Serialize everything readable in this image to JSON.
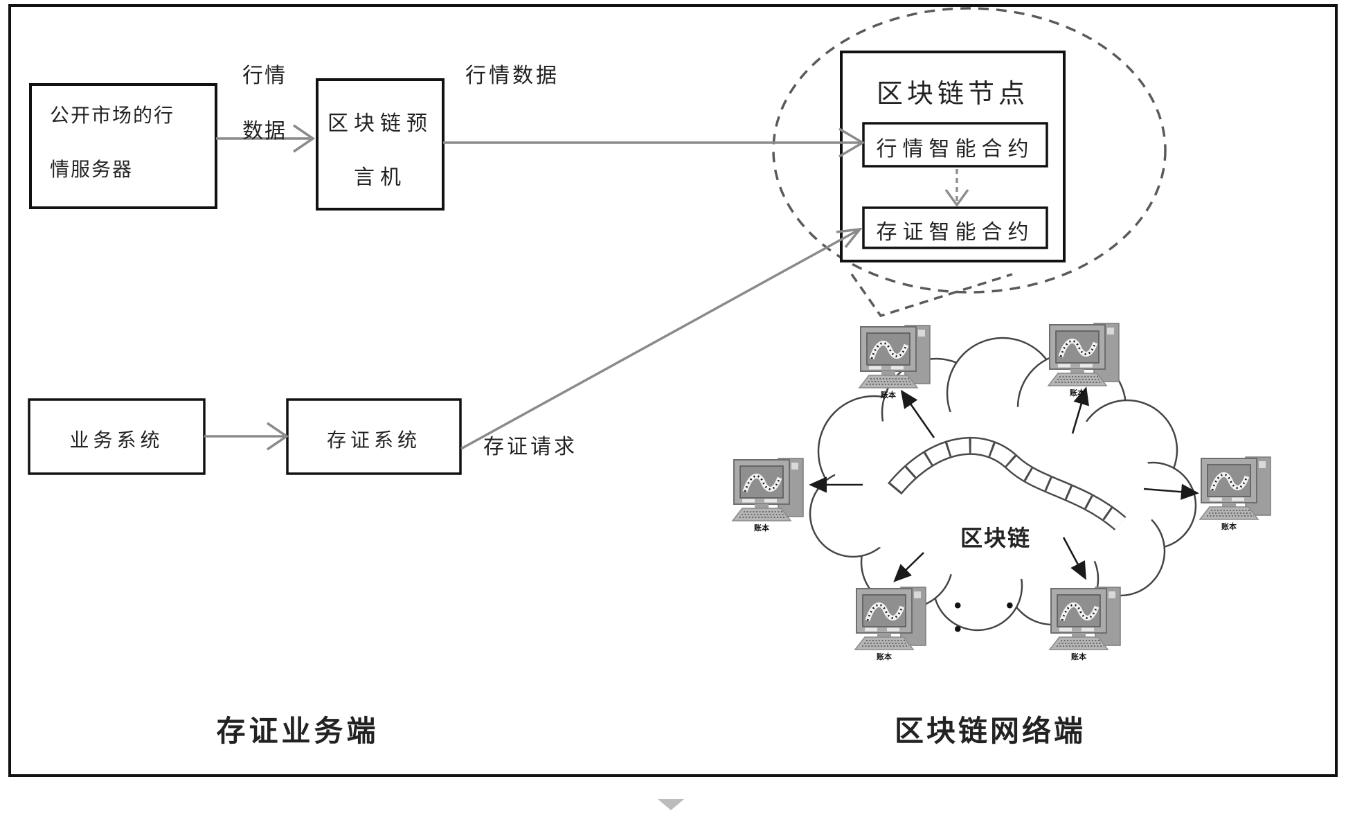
{
  "diagram": {
    "left_panel": {
      "market_server_box": "公开市场的行情服务器",
      "flow1_label": "行情数据",
      "oracle_box": "区块链预言机",
      "flow2_label": "行情数据",
      "business_system_box": "业务系统",
      "evidence_system_box": "存证系统",
      "evidence_request_label": "存证请求",
      "panel_caption": "存证业务端"
    },
    "node_bubble": {
      "title": "区块链节点",
      "quote_contract_box": "行情智能合约",
      "evidence_contract_box": "存证智能合约"
    },
    "network": {
      "cloud_label": "区块链",
      "node_ledger_label": "账本",
      "ellipsis": "•  •  •",
      "panel_caption": "区块链网络端"
    },
    "colors": {
      "box_border": "#111111",
      "gray_arrow": "#8a8a8a",
      "black_arrow": "#1a1a1a",
      "dashed_line": "#5a5a5a",
      "computer_gray": "#a9a9a9"
    }
  }
}
